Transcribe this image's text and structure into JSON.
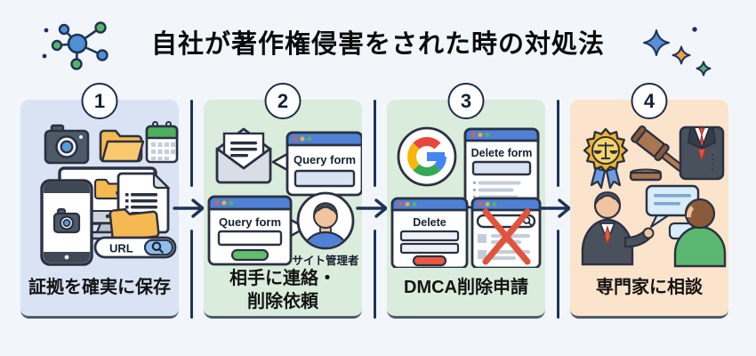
{
  "page": {
    "title": "自社が著作権侵害をされた時の対処法",
    "background": "#f2f6fb",
    "accent_navy": "#1d3359"
  },
  "decorations": {
    "network_icon": "molecule-network",
    "sparkles_icon": "sparkles",
    "sparkle_colors": [
      "#5b8ed8",
      "#f2a04a",
      "#58b46a"
    ]
  },
  "steps": [
    {
      "number": "1",
      "caption_lines": [
        "証拠を確実に保存"
      ],
      "panel_color": "#d9e3f4",
      "icons": [
        "camera-icon",
        "folder-icon",
        "calendar-icon",
        "monitor-folder-icon",
        "smartphone-camera-icon",
        "document-icon",
        "url-search-bar"
      ],
      "labels": {
        "url": "URL"
      }
    },
    {
      "number": "2",
      "caption_lines": [
        "相手に連絡・",
        "削除依頼"
      ],
      "panel_color": "#daecdb",
      "icons": [
        "open-envelope-icon",
        "query-form-window",
        "query-form-window",
        "site-admin-avatar"
      ],
      "labels": {
        "query_form": "Query form",
        "site_admin": "サイト管理者"
      }
    },
    {
      "number": "3",
      "caption_lines": [
        "DMCA削除申請"
      ],
      "panel_color": "#daecdb",
      "icons": [
        "google-logo",
        "delete-form-window",
        "delete-window",
        "blocked-search-window"
      ],
      "labels": {
        "delete_form": "Delete form",
        "delete": "Delete"
      }
    },
    {
      "number": "4",
      "caption_lines": [
        "専門家に相談"
      ],
      "panel_color": "#fbe4cb",
      "icons": [
        "legal-medal-icon",
        "gavel-icon",
        "suit-icon",
        "speech-bubbles-icon",
        "consultation-people"
      ],
      "labels": {}
    }
  ]
}
